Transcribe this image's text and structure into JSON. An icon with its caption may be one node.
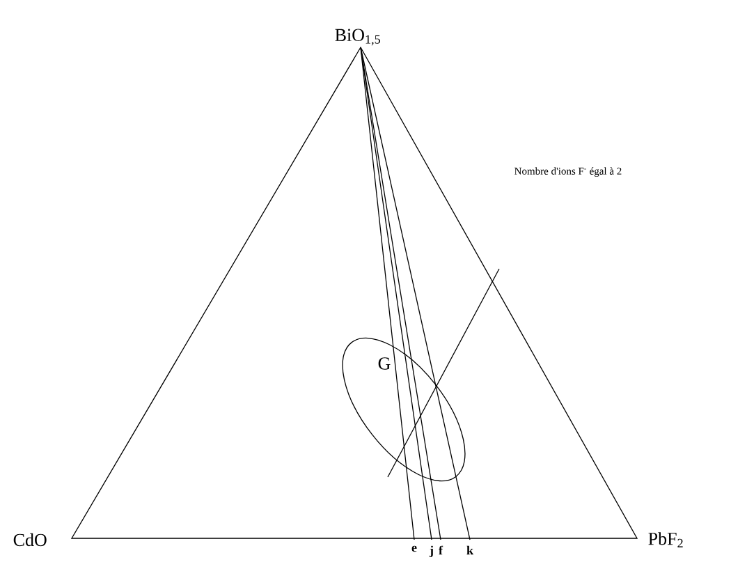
{
  "diagram": {
    "nodes": [
      {
        "text": [
          "BiO$_{1,5}$"
        ]
      },
      {
        "text": [
          "CdO"
        ]
      },
      {
        "text": [
          "PbF$_{2}$"
        ]
      },
      {
        "text": [
          "e"
        ]
      },
      {
        "text": [
          "j"
        ]
      },
      {
        "text": [
          "f"
        ]
      },
      {
        "text": [
          "k"
        ]
      }
    ],
    "edges": [
      {
        "from": 0,
        "to": 3,
        "arrow": "none"
      },
      {
        "from": 0,
        "to": 4,
        "arrow": "none"
      },
      {
        "from": 0,
        "to": 5,
        "arrow": "none"
      },
      {
        "from": 0,
        "to": 6,
        "arrow": "none"
      }
    ],
    "labels": [
      "G",
      "Nombre d'ions F$^{-}$ égal à 2"
    ]
  }
}
